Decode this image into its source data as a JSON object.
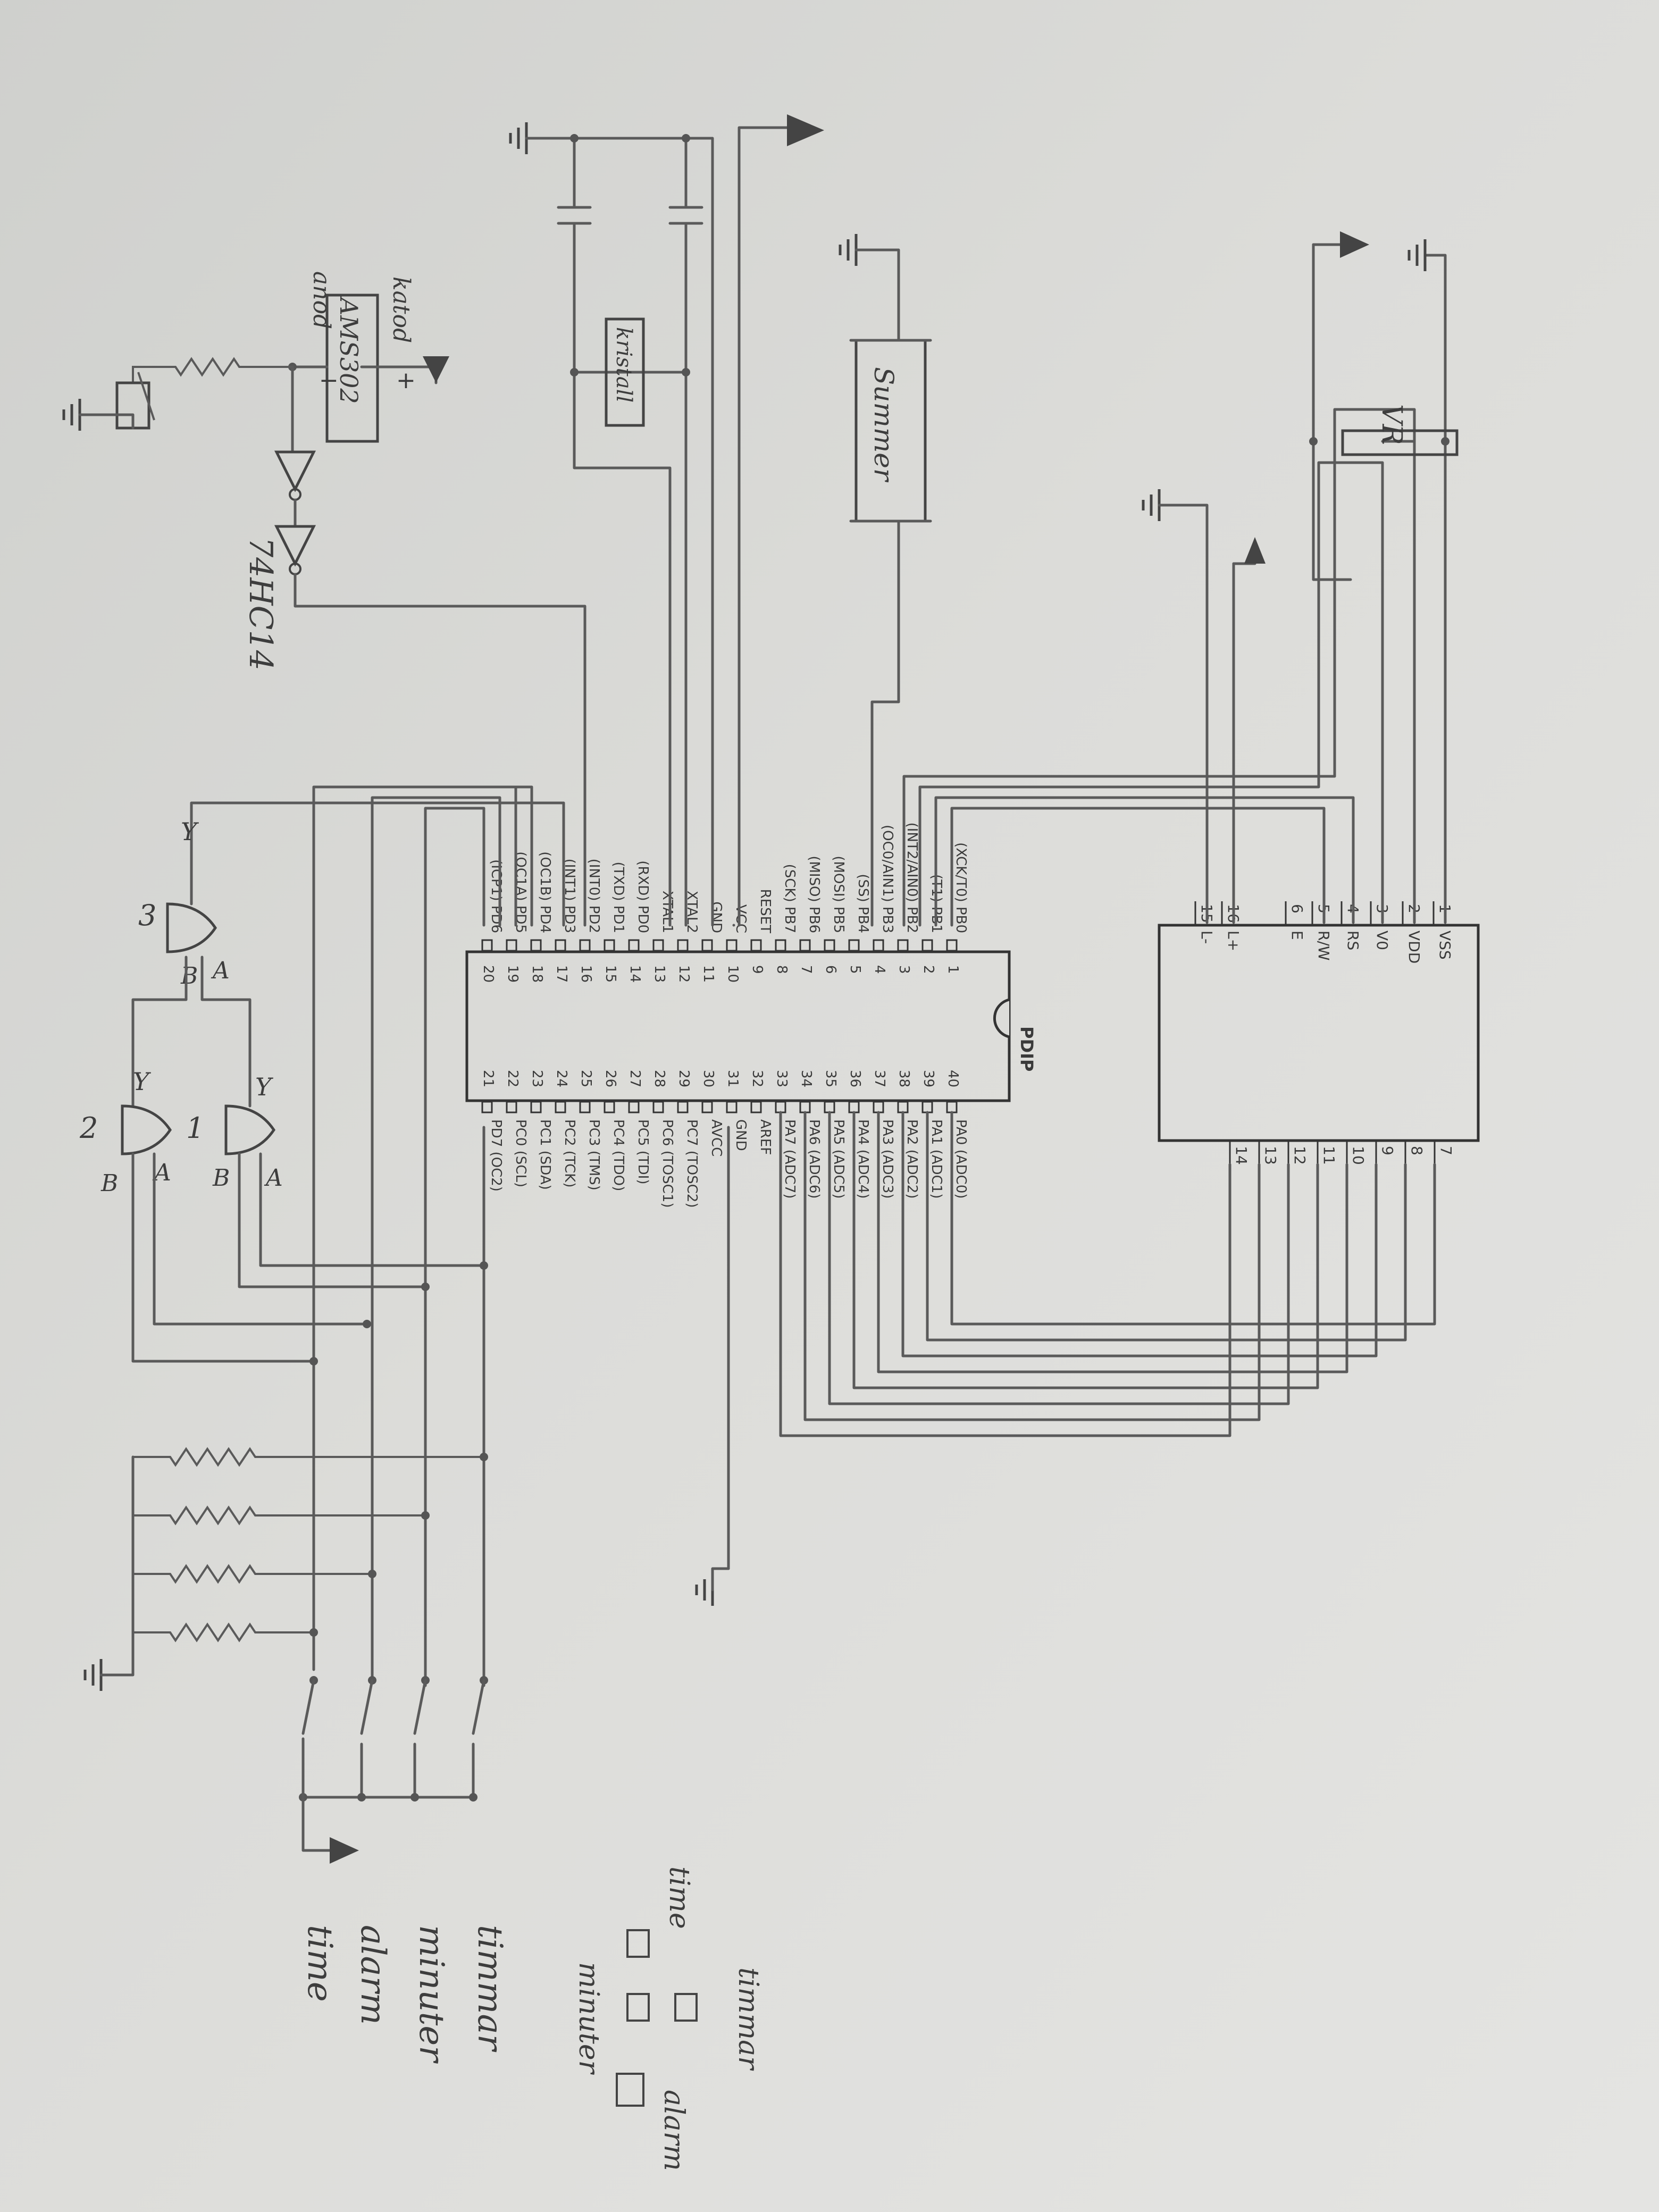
{
  "mcu": {
    "package": "PDIP",
    "left_pins": [
      {
        "num": "1",
        "name": "PB0",
        "alt": "(XCK/T0)"
      },
      {
        "num": "2",
        "name": "PB1",
        "alt": "(T1)"
      },
      {
        "num": "3",
        "name": "PB2",
        "alt": "(INT2/AIN0)"
      },
      {
        "num": "4",
        "name": "PB3",
        "alt": "(OC0/AIN1)"
      },
      {
        "num": "5",
        "name": "PB4",
        "alt": "(SS)"
      },
      {
        "num": "6",
        "name": "PB5",
        "alt": "(MOSI)"
      },
      {
        "num": "7",
        "name": "PB6",
        "alt": "(MISO)"
      },
      {
        "num": "8",
        "name": "PB7",
        "alt": "(SCK)"
      },
      {
        "num": "9",
        "name": "RESET",
        "alt": ""
      },
      {
        "num": "10",
        "name": "VCC",
        "alt": ""
      },
      {
        "num": "11",
        "name": "GND",
        "alt": ""
      },
      {
        "num": "12",
        "name": "XTAL2",
        "alt": ""
      },
      {
        "num": "13",
        "name": "XTAL1",
        "alt": ""
      },
      {
        "num": "14",
        "name": "PD0",
        "alt": "(RXD)"
      },
      {
        "num": "15",
        "name": "PD1",
        "alt": "(TXD)"
      },
      {
        "num": "16",
        "name": "PD2",
        "alt": "(INT0)"
      },
      {
        "num": "17",
        "name": "PD3",
        "alt": "(INT1)"
      },
      {
        "num": "18",
        "name": "PD4",
        "alt": "(OC1B)"
      },
      {
        "num": "19",
        "name": "PD5",
        "alt": "(OC1A)"
      },
      {
        "num": "20",
        "name": "PD6",
        "alt": "(ICP1)"
      }
    ],
    "right_pins": [
      {
        "num": "40",
        "name": "PA0",
        "alt": "(ADC0)"
      },
      {
        "num": "39",
        "name": "PA1",
        "alt": "(ADC1)"
      },
      {
        "num": "38",
        "name": "PA2",
        "alt": "(ADC2)"
      },
      {
        "num": "37",
        "name": "PA3",
        "alt": "(ADC3)"
      },
      {
        "num": "36",
        "name": "PA4",
        "alt": "(ADC4)"
      },
      {
        "num": "35",
        "name": "PA5",
        "alt": "(ADC5)"
      },
      {
        "num": "34",
        "name": "PA6",
        "alt": "(ADC6)"
      },
      {
        "num": "33",
        "name": "PA7",
        "alt": "(ADC7)"
      },
      {
        "num": "32",
        "name": "AREF",
        "alt": ""
      },
      {
        "num": "31",
        "name": "GND",
        "alt": ""
      },
      {
        "num": "30",
        "name": "AVCC",
        "alt": ""
      },
      {
        "num": "29",
        "name": "PC7",
        "alt": "(TOSC2)"
      },
      {
        "num": "28",
        "name": "PC6",
        "alt": "(TOSC1)"
      },
      {
        "num": "27",
        "name": "PC5",
        "alt": "(TDI)"
      },
      {
        "num": "26",
        "name": "PC4",
        "alt": "(TDO)"
      },
      {
        "num": "25",
        "name": "PC3",
        "alt": "(TMS)"
      },
      {
        "num": "24",
        "name": "PC2",
        "alt": "(TCK)"
      },
      {
        "num": "23",
        "name": "PC1",
        "alt": "(SDA)"
      },
      {
        "num": "22",
        "name": "PC0",
        "alt": "(SCL)"
      },
      {
        "num": "21",
        "name": "PD7",
        "alt": "(OC2)"
      }
    ]
  },
  "lcd": {
    "top_pins": [
      {
        "num": "1",
        "name": "VSS"
      },
      {
        "num": "2",
        "name": "VDD"
      },
      {
        "num": "3",
        "name": "V0"
      },
      {
        "num": "4",
        "name": "RS"
      },
      {
        "num": "5",
        "name": "R/W"
      },
      {
        "num": "6",
        "name": "E"
      },
      {
        "num": "16",
        "name": "L+"
      },
      {
        "num": "15",
        "name": "L-"
      }
    ],
    "bottom_pins": [
      "7",
      "8",
      "9",
      "10",
      "11",
      "12",
      "13",
      "14"
    ]
  },
  "labels": {
    "crystal": "kristall",
    "buzzer": "Summer",
    "pot": "VR",
    "sensor": "AMS302",
    "katod": "katod",
    "anod": "anod",
    "plus": "+",
    "minus": "−",
    "inverter_ic": "74HC14",
    "gate1": "1",
    "gate2": "2",
    "gate3": "3",
    "pin_a": "A",
    "pin_b": "B",
    "pin_y": "Y"
  },
  "buttons": [
    "timmar",
    "minuter",
    "alarm",
    "time"
  ],
  "panel": {
    "timmar": "timmar",
    "alarm": "alarm",
    "minuter": "minuter",
    "time": "time"
  }
}
